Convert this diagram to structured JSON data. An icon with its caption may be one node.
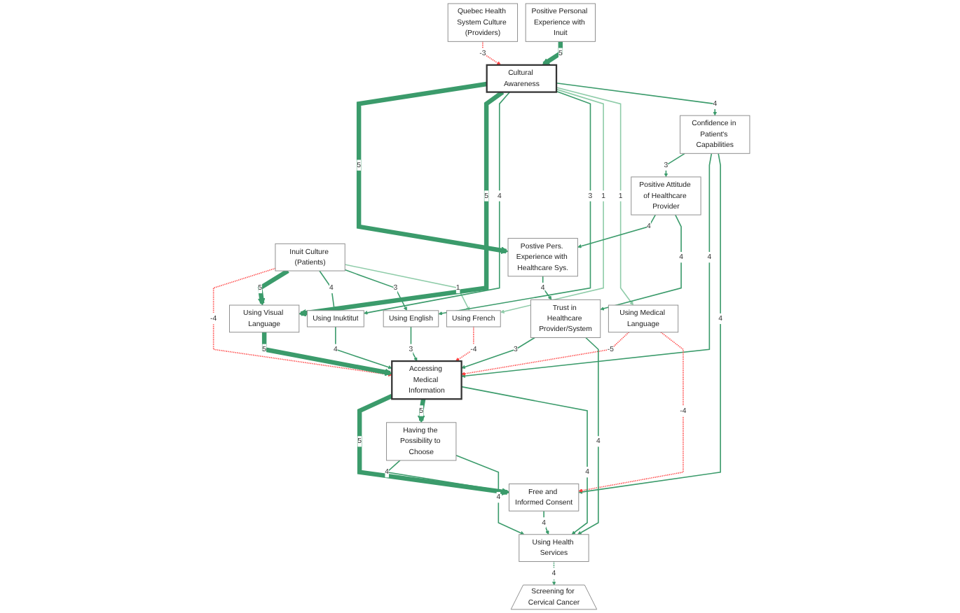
{
  "diagram": {
    "nodes": [
      {
        "text": [
          "Inuit Culture (Patients)"
        ]
      },
      {
        "text": [
          "Quebec Health System Culture (Providers)"
        ]
      },
      {
        "text": [
          "Postive Pers. Experience with Healthcare Sys."
        ]
      },
      {
        "text": [
          "Cultural Awareness"
        ]
      },
      {
        "text": [
          "Positive Personal Experience with Inuit"
        ]
      },
      {
        "text": [
          "Using Visual Language"
        ]
      },
      {
        "text": [
          "Using Inuktitut"
        ]
      },
      {
        "text": [
          "Using English"
        ]
      },
      {
        "text": [
          "Using French"
        ]
      },
      {
        "text": [
          "Using Medical Language"
        ]
      },
      {
        "text": [
          "Positive Attitude of Healthcare Provider"
        ]
      },
      {
        "text": [
          "Confidence in Patient's Capabilities"
        ]
      },
      {
        "text": [
          "Trust in Healthcare Provider/System"
        ]
      },
      {
        "text": [
          "Free and Informed Consent"
        ]
      },
      {
        "text": [
          "Accessing Medical Information"
        ]
      },
      {
        "text": [
          "Having the Possibility to Choose"
        ]
      },
      {
        "text": [
          "Using Health Services"
        ]
      },
      {
        "text": [
          "Screening for Cervical Cancer"
        ]
      }
    ],
    "edges": [
      {
        "from": 0,
        "to": 14,
        "arrow": "to",
        "label": "-4",
        "style": "dashed",
        "color": "#ff3b3b"
      },
      {
        "from": 0,
        "to": 5,
        "arrow": "to",
        "label": "5",
        "style": "thick"
      },
      {
        "from": 0,
        "to": 6,
        "arrow": "to",
        "label": "4"
      },
      {
        "from": 0,
        "to": 7,
        "arrow": "to",
        "label": "3"
      },
      {
        "from": 0,
        "to": 8,
        "arrow": "to",
        "label": "1",
        "color": "#8fcca9"
      },
      {
        "from": 1,
        "to": 3,
        "arrow": "to",
        "label": "-3",
        "style": "dashed",
        "color": "#ff3b3b"
      },
      {
        "from": 3,
        "to": 2,
        "arrow": "to",
        "label": "5",
        "style": "thick"
      },
      {
        "from": 4,
        "to": 3,
        "arrow": "to",
        "label": "5",
        "style": "thick"
      },
      {
        "from": 3,
        "to": 5,
        "arrow": "to",
        "label": "5",
        "style": "thick"
      },
      {
        "from": 3,
        "to": 6,
        "arrow": "to",
        "label": "4"
      },
      {
        "from": 3,
        "to": 7,
        "arrow": "to",
        "label": "3"
      },
      {
        "from": 3,
        "to": 8,
        "arrow": "to",
        "label": "1",
        "color": "#8fcca9"
      },
      {
        "from": 3,
        "to": 9,
        "arrow": "to",
        "label": "1",
        "color": "#8fcca9"
      },
      {
        "from": 3,
        "to": 11,
        "arrow": "to",
        "label": "4"
      },
      {
        "from": 2,
        "to": 12,
        "arrow": "to",
        "label": "4"
      },
      {
        "from": 10,
        "to": 2,
        "arrow": "to",
        "label": "4"
      },
      {
        "from": 11,
        "to": 10,
        "arrow": "to",
        "label": "3"
      },
      {
        "from": 10,
        "to": 12,
        "arrow": "to",
        "label": "4"
      },
      {
        "from": 11,
        "to": 14,
        "arrow": "to",
        "label": "4"
      },
      {
        "from": 11,
        "to": 13,
        "arrow": "to",
        "label": "4"
      },
      {
        "from": 5,
        "to": 14,
        "arrow": "to",
        "label": "5",
        "style": "thick"
      },
      {
        "from": 6,
        "to": 14,
        "arrow": "to",
        "label": "4"
      },
      {
        "from": 7,
        "to": 14,
        "arrow": "to",
        "label": "3"
      },
      {
        "from": 8,
        "to": 14,
        "arrow": "to",
        "label": "-4",
        "style": "dashed",
        "color": "#ff3b3b"
      },
      {
        "from": 9,
        "to": 14,
        "arrow": "to",
        "label": "-5",
        "style": "dashed",
        "color": "#ff3b3b"
      },
      {
        "from": 9,
        "to": 13,
        "arrow": "to",
        "label": "-4",
        "style": "dashed",
        "color": "#ff3b3b"
      },
      {
        "from": 12,
        "to": 14,
        "arrow": "to",
        "label": "3"
      },
      {
        "from": 12,
        "to": 16,
        "arrow": "to",
        "label": "4"
      },
      {
        "from": 14,
        "to": 13,
        "arrow": "to",
        "label": "5",
        "style": "thick"
      },
      {
        "from": 14,
        "to": 15,
        "arrow": "to",
        "label": "5",
        "style": "thick"
      },
      {
        "from": 14,
        "to": 16,
        "arrow": "to",
        "label": "4"
      },
      {
        "from": 15,
        "to": 13,
        "arrow": "to",
        "label": "4"
      },
      {
        "from": 15,
        "to": 16,
        "arrow": "to",
        "label": "4"
      },
      {
        "from": 13,
        "to": 16,
        "arrow": "to",
        "label": "4"
      },
      {
        "from": 16,
        "to": 17,
        "arrow": "to",
        "label": "4",
        "style": "dashed"
      }
    ]
  }
}
